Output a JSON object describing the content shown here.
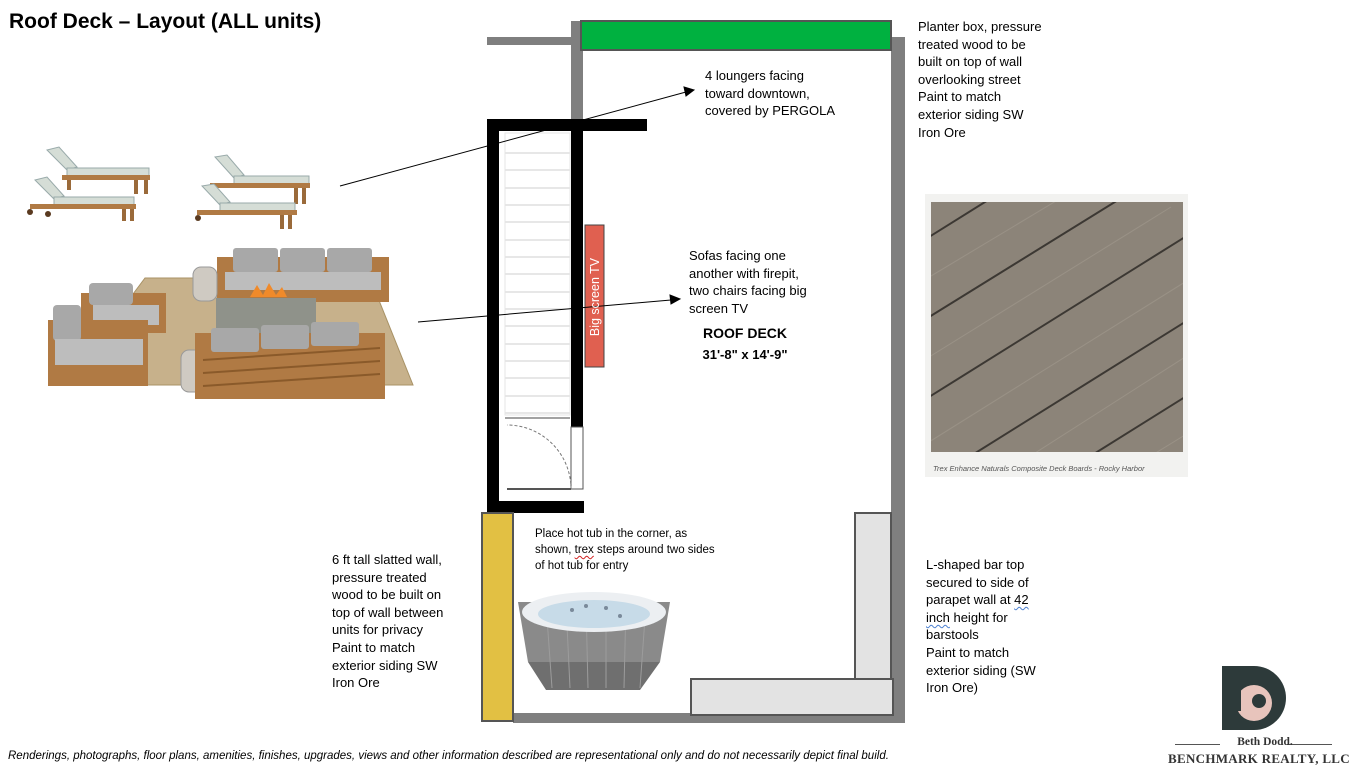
{
  "title": "Roof Deck – Layout (ALL units)",
  "notes": {
    "loungers": "4 loungers facing\ntoward downtown,\ncovered by PERGOLA",
    "planter": "Planter box, pressure\ntreated wood to be\nbuilt on top of wall\noverlooking street\nPaint to match\nexterior siding SW\nIron Ore",
    "sofas": "Sofas facing one\nanother with firepit,\ntwo chairs facing big\nscreen TV",
    "hot_tub_pre": "Place hot tub in the corner, as\nshown, ",
    "hot_tub_trex": "trex",
    "hot_tub_post": " steps around two sides\nof hot tub for entry",
    "slatted_wall": "6 ft tall slatted wall,\npressure treated\nwood to be built on\ntop of wall between\nunits for privacy\nPaint to match\nexterior siding SW\nIron Ore",
    "bar_pre": "L-shaped bar top\nsecured to side of\nparapet wall at ",
    "bar_42": "42",
    "bar_inch": "inch",
    "bar_post": " height for\nbarstools\nPaint to match\nexterior siding (SW\nIron Ore)"
  },
  "plan": {
    "tv_label": "Big screen TV",
    "deck_label": "ROOF DECK",
    "deck_dims": "31'-8\" x 14'-9\""
  },
  "decking_caption": "Trex Enhance Naturals Composite Deck Boards - Rocky Harbor",
  "disclaimer": "Renderings, photographs, floor plans, amenities, finishes, upgrades, views and other information described are representational only and do not necessarily depict final build.",
  "brand": {
    "name": "Beth Dodd.",
    "company": "BENCHMARK REALTY, LLC"
  },
  "colors": {
    "planter": "#00b140",
    "slatted_wall": "#e2c043",
    "tv": "#e06050",
    "wall_gray": "#7f7f7f",
    "bar": "#e3e3e3",
    "brand_dark": "#2d3a3a",
    "brand_pink": "#e8c4bc",
    "decking": "#8c8479"
  },
  "icons": {
    "loungers_image": "lounge-chairs-image",
    "furniture_image": "sofa-firepit-image",
    "hot_tub_image": "hot-tub-image",
    "decking_image": "decking-sample-image",
    "logo": "benchmark-logo-icon"
  }
}
